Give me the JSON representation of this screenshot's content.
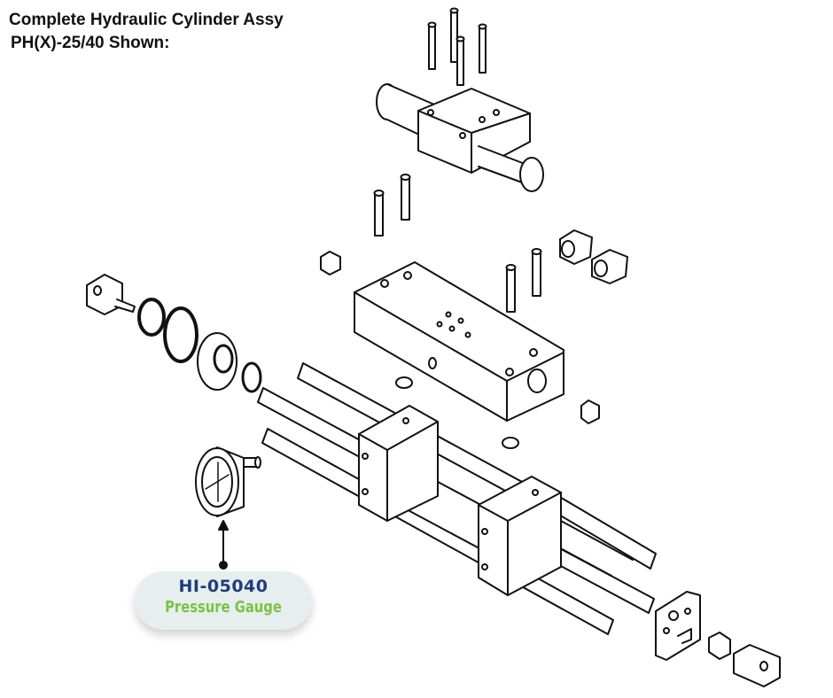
{
  "title": {
    "line1": "Complete Hydraulic Cylinder Assy",
    "line2": "PH(X)-25/40 Shown:"
  },
  "callout": {
    "part_number": "HI-05040",
    "part_name": "Pressure Gauge",
    "colors": {
      "part_number": "#1f3c7a",
      "part_name": "#7cc242",
      "background": "#e6efee"
    }
  }
}
